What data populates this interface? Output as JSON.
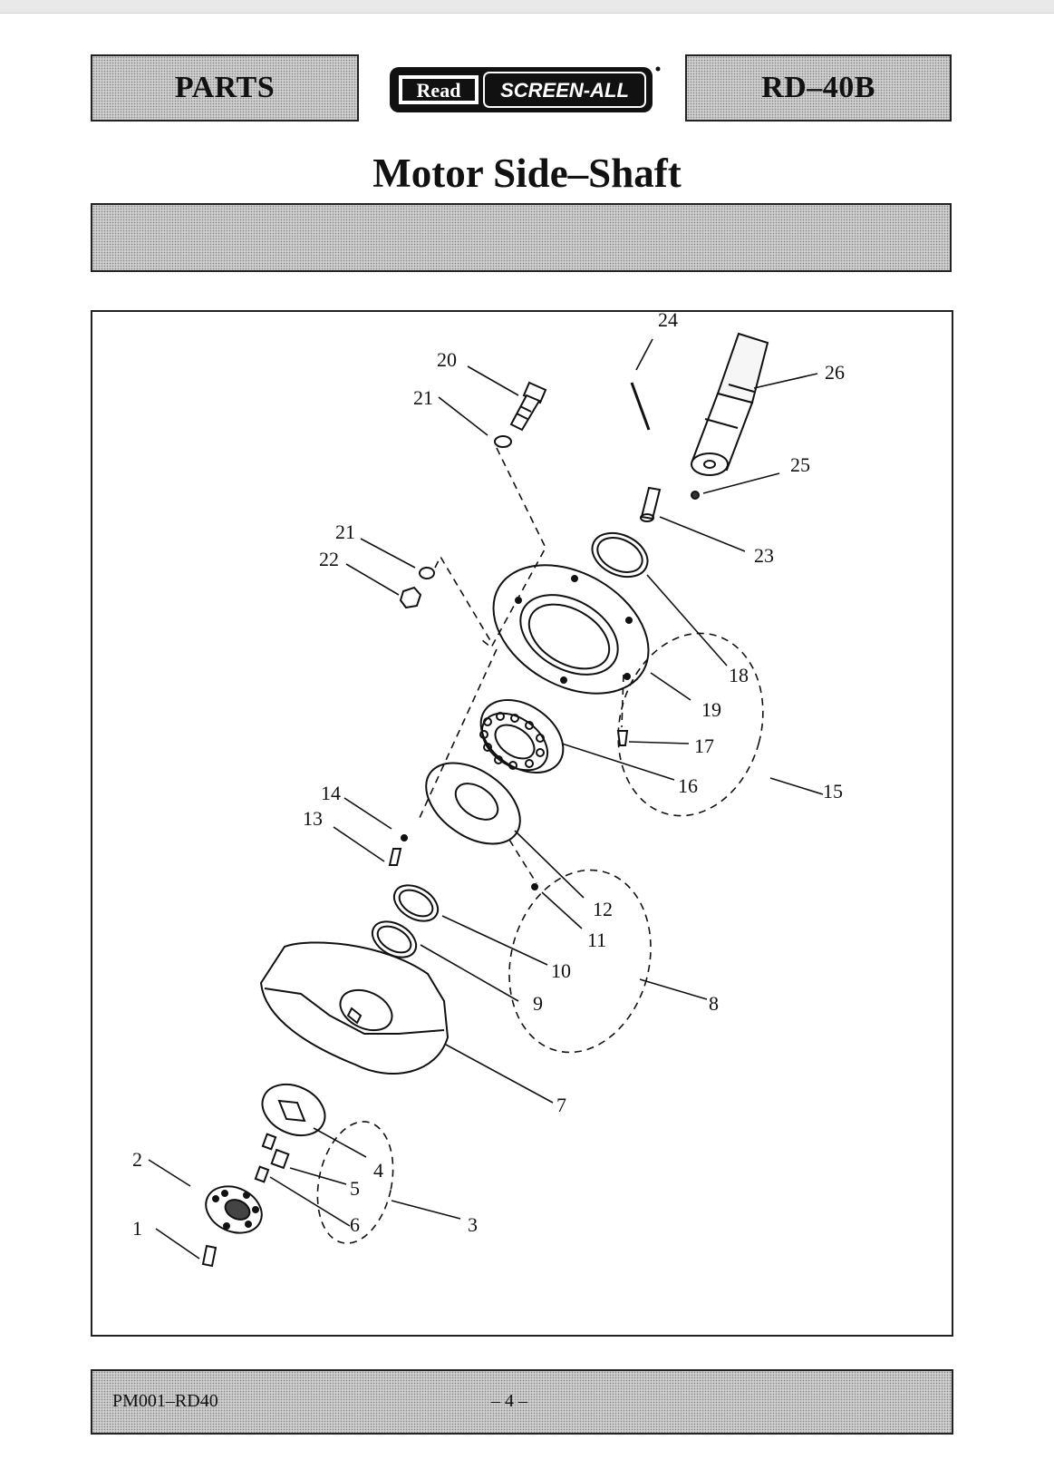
{
  "header": {
    "section_label": "PARTS",
    "brand_left": "Read",
    "brand_right": "SCREEN-ALL",
    "model": "RD–40B"
  },
  "page_title": "Motor Side–Shaft",
  "callouts": [
    "1",
    "2",
    "3",
    "4",
    "5",
    "6",
    "7",
    "8",
    "9",
    "10",
    "11",
    "12",
    "13",
    "14",
    "15",
    "16",
    "17",
    "18",
    "19",
    "20",
    "21",
    "21",
    "22",
    "23",
    "24",
    "25",
    "26"
  ],
  "footer": {
    "doc_code": "PM001–RD40",
    "page_number": "– 4 –"
  }
}
